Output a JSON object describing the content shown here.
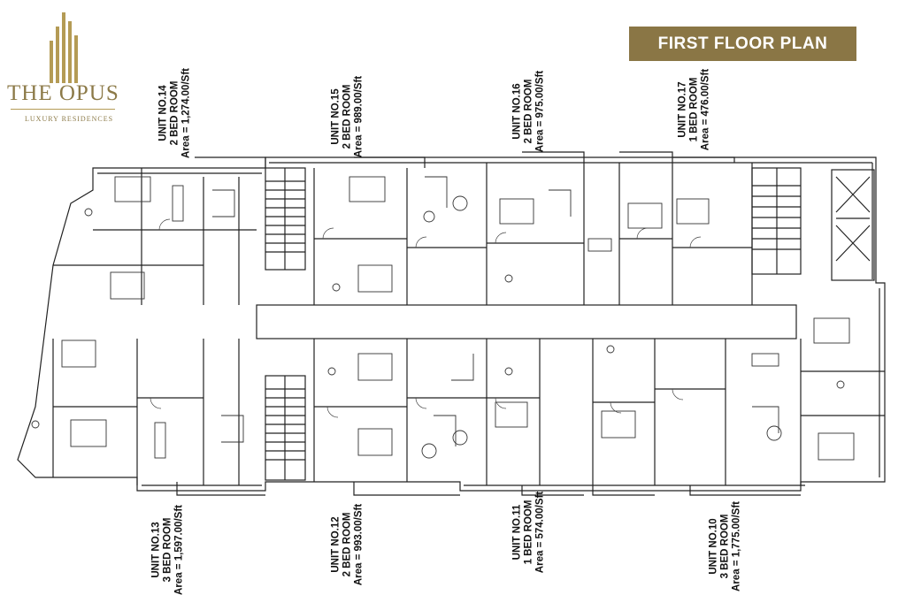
{
  "brand": {
    "name": "THE OPUS",
    "tagline": "LUXURY RESIDENCES",
    "accent_color": "#8a7645",
    "logo_color": "#b49b55"
  },
  "title": "FIRST FLOOR PLAN",
  "units": [
    {
      "id": "14",
      "line1": "UNIT NO.14",
      "line2": "2 BED ROOM",
      "line3": "Area = 1,274.00/Sft"
    },
    {
      "id": "15",
      "line1": "UNIT NO.15",
      "line2": "2 BED ROOM",
      "line3": "Area = 989.00/Sft"
    },
    {
      "id": "16",
      "line1": "UNIT NO.16",
      "line2": "2 BED ROOM",
      "line3": "Area = 975.00/Sft"
    },
    {
      "id": "17",
      "line1": "UNIT NO.17",
      "line2": "1 BED ROOM",
      "line3": "Area = 476.00/Sft"
    },
    {
      "id": "13",
      "line1": "UNIT NO.13",
      "line2": "3 BED ROOM",
      "line3": "Area = 1,597.00/Sft"
    },
    {
      "id": "12",
      "line1": "UNIT NO.12",
      "line2": "2 BED ROOM",
      "line3": "Area = 993.00/Sft"
    },
    {
      "id": "11",
      "line1": "UNIT NO.11",
      "line2": "1 BED ROOM",
      "line3": "Area = 574.00/Sft"
    },
    {
      "id": "10",
      "line1": "UNIT NO.10",
      "line2": "3 BED ROOM",
      "line3": "Area = 1,775.00/Sft"
    }
  ]
}
